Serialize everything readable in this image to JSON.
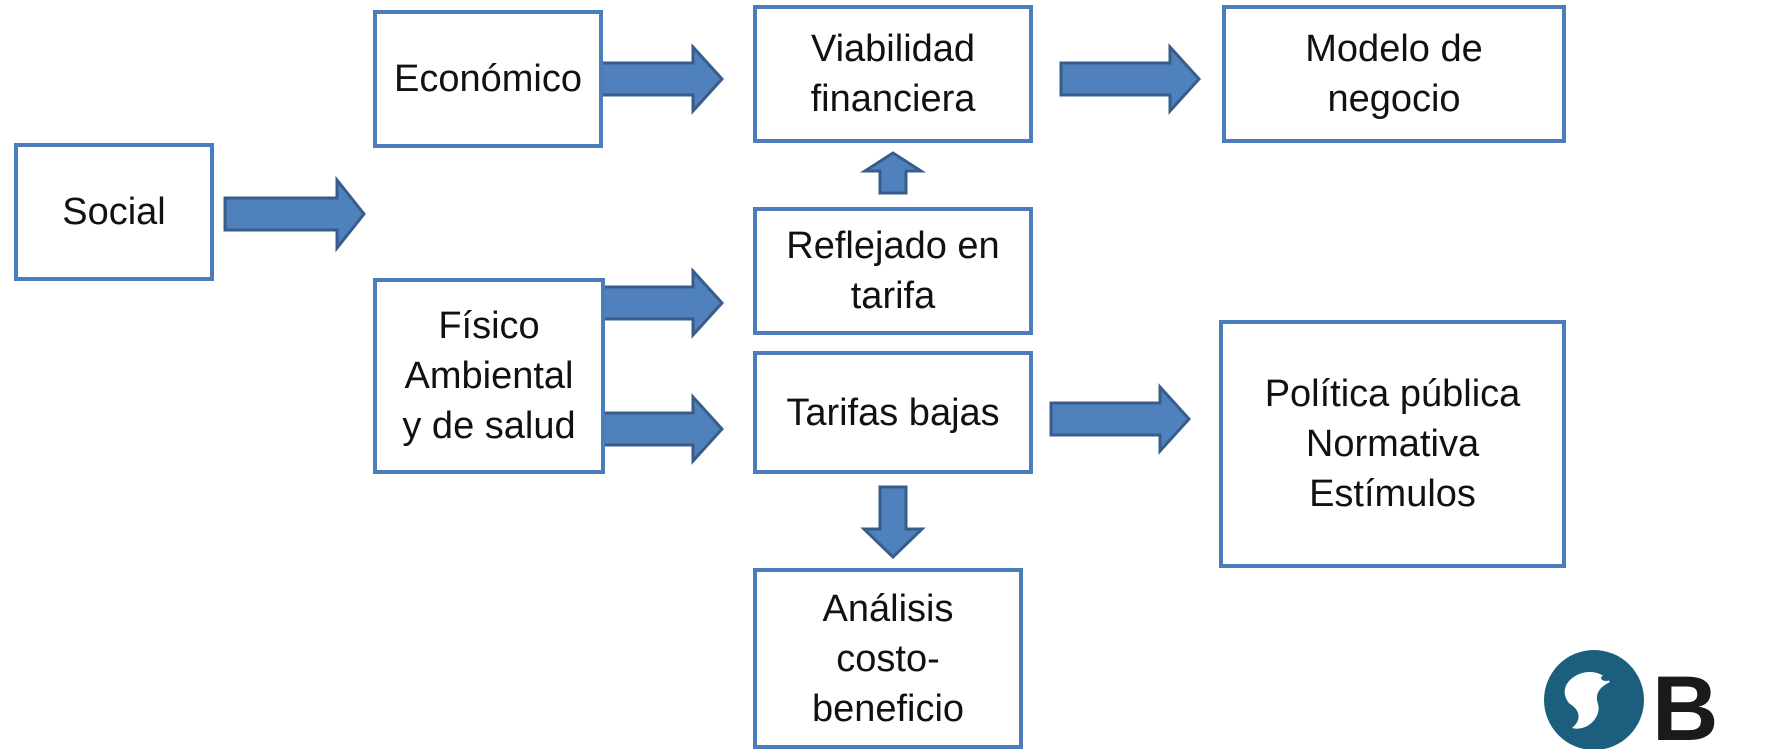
{
  "colors": {
    "box_border": "#4a7ebb",
    "arrow_fill": "#4f81bd",
    "arrow_stroke": "#385d8a",
    "logo_teal": "#1b5e7e",
    "logo_text": "#1a1a1a"
  },
  "boxes": {
    "social": "Social",
    "economico": "Económico",
    "fisico": "Físico\nAmbiental\ny de salud",
    "viabilidad": "Viabilidad\nfinanciera",
    "reflejado": "Reflejado en\ntarifa",
    "tarifas_bajas": "Tarifas bajas",
    "analisis": "Análisis\ncosto-\nbeneficio",
    "modelo": "Modelo de\nnegocio",
    "politica": "Política pública\nNormativa\nEstímulos"
  },
  "logo": {
    "icon": "globe-americas-logo-icon",
    "partial_text": "B"
  }
}
